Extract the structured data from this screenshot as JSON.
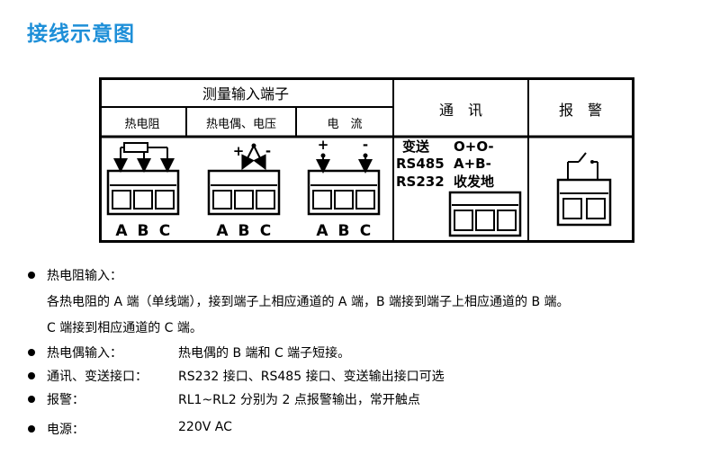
{
  "title": "接线示意图",
  "table": {
    "group_header": "测量输入端子",
    "col_rtd": "热电阻",
    "col_tc": "热电偶、电压",
    "col_current": "电　流",
    "col_comm": "通　讯",
    "col_alarm": "报　警",
    "terminal_letters": [
      "A",
      "B",
      "C"
    ],
    "plus": "+",
    "minus": "-",
    "comm_row1_label": "变送",
    "comm_row1_value": "O+O-",
    "comm_row2_label": "RS485",
    "comm_row2_value": "A+B-",
    "comm_row3_label": "RS232",
    "comm_row3_value": "收发地"
  },
  "notes": [
    {
      "label": "热电阻输入：",
      "lines": [
        "各热电阻的 A 端（单线端），接到端子上相应通道的 A 端，B 端接到端子上相应通道的 B 端。",
        "C 端接到相应通道的 C 端。"
      ]
    },
    {
      "label": "热电偶输入：",
      "value": "热电偶的 B 端和 C 端子短接。"
    },
    {
      "label": "通讯、变送接口：",
      "value": "RS232 接口、RS485 接口、变送输出接口可选"
    },
    {
      "label": "报警：",
      "value": "RL1~RL2 分别为 2 点报警输出，常开触点"
    },
    {
      "label": "电源：",
      "value": "220V AC"
    }
  ]
}
